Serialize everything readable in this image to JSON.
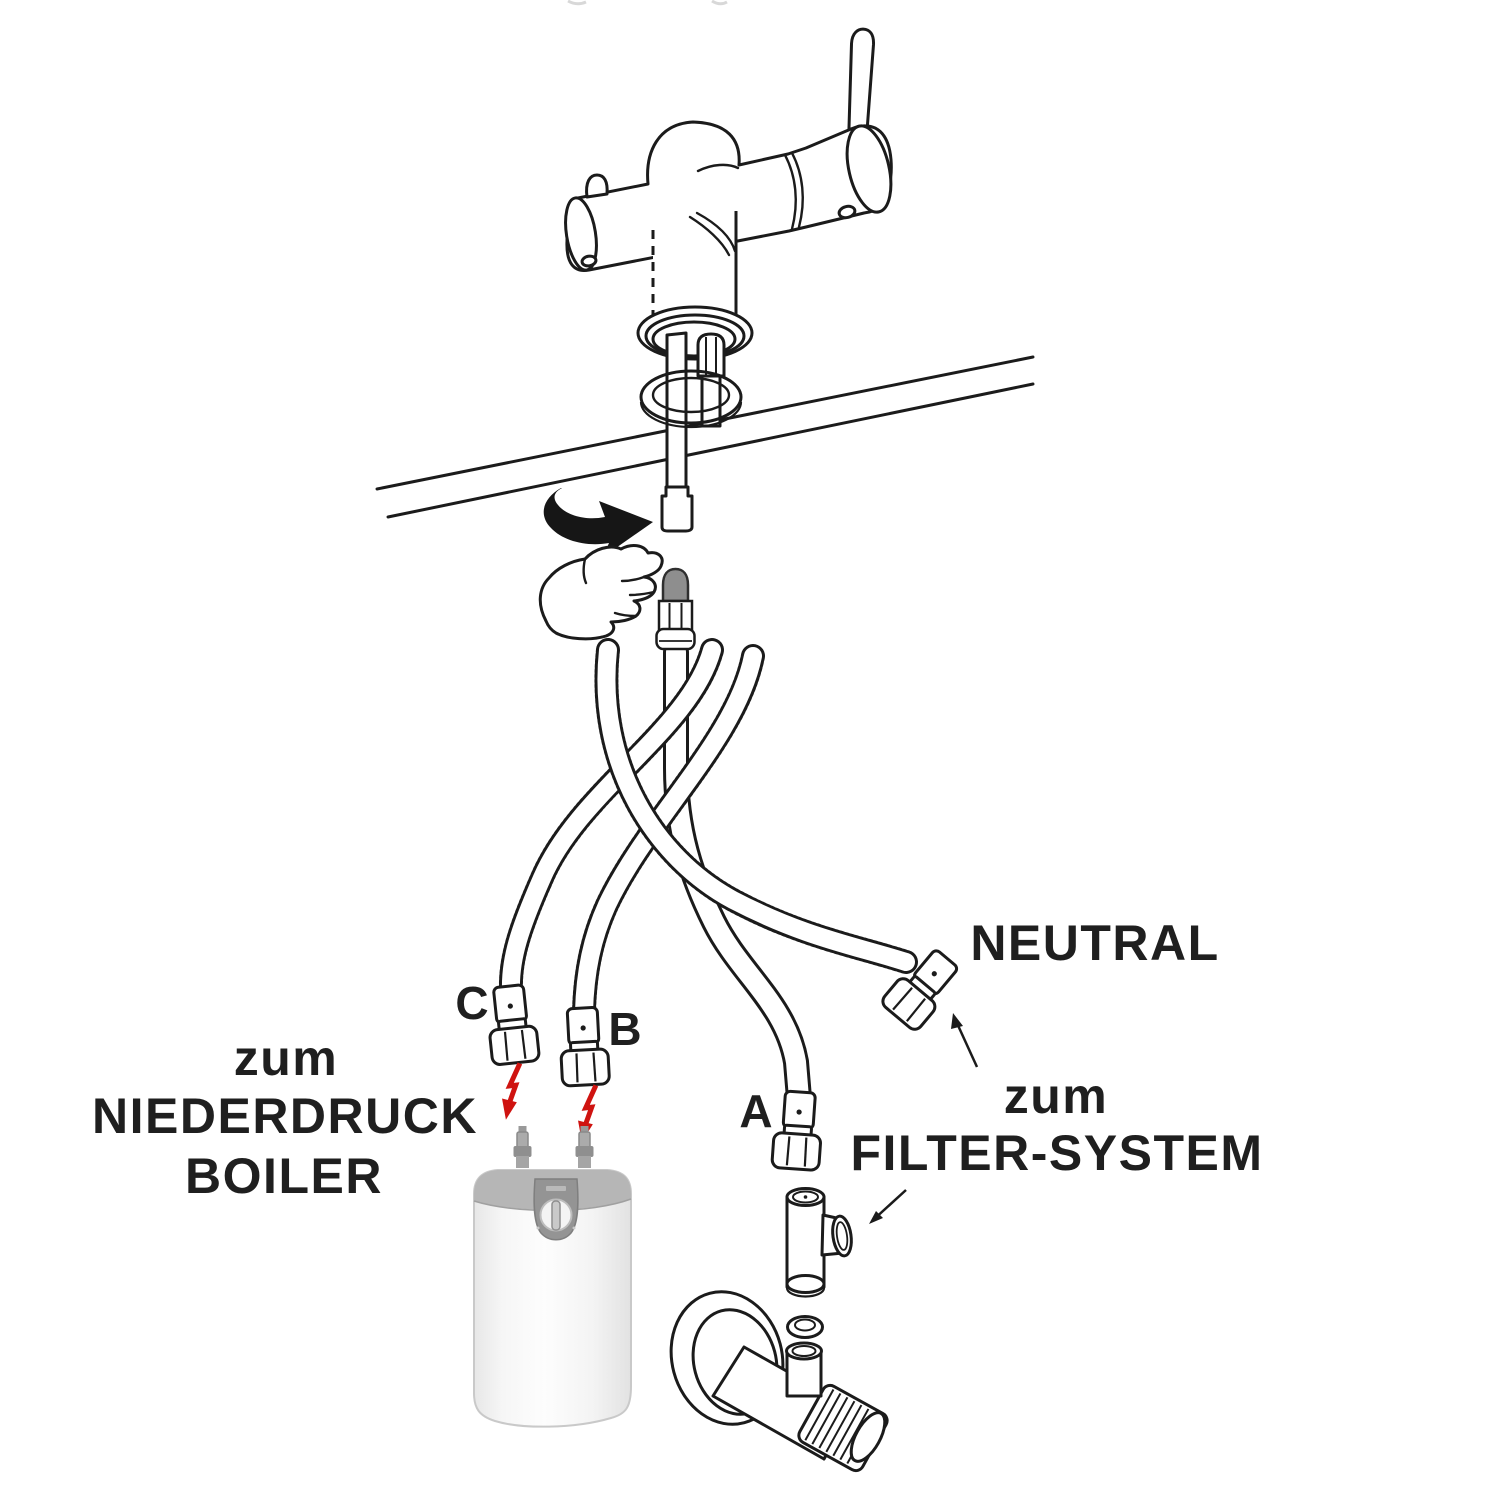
{
  "title": "faucet-installation-diagram",
  "background": "#ffffff",
  "colors": {
    "line": "#1b1b1b",
    "warning_red": "#cf1310",
    "boiler_top_gray": "#b6b6b6",
    "boiler_panel_gray": "#949494",
    "boiler_body_light": "#f7f7f7"
  },
  "labels": {
    "hose_c": "C",
    "hose_b": "B",
    "hose_a": "A",
    "neutral": "NEUTRAL",
    "boiler_caption": {
      "line1": "zum",
      "line2": "NIEDERDRUCK",
      "line3": "BOILER"
    },
    "filter_caption": {
      "line1": "zum",
      "line2": "FILTER-SYSTEM"
    }
  },
  "icons": {
    "rotation": "rotation-arrow-icon",
    "hand": "hand-icon",
    "warning_c": "lightning-bolt-icon",
    "warning_b": "lightning-bolt-icon",
    "pointer_neutral": "arrow-pointer-icon",
    "pointer_filter": "arrow-pointer-icon"
  }
}
